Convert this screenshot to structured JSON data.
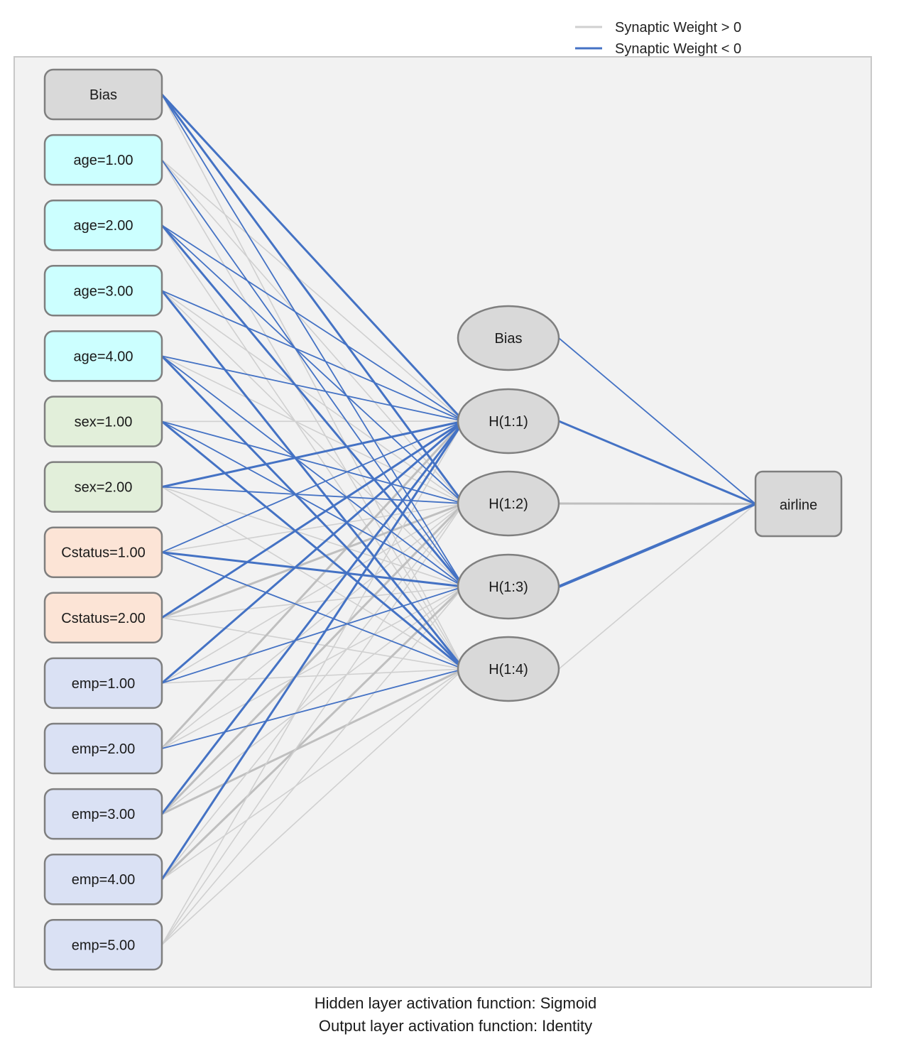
{
  "legend": {
    "positive_label": "Synaptic Weight > 0",
    "negative_label": "Synaptic Weight < 0",
    "positive_color": "#d0d0d0",
    "negative_color": "#4472c4"
  },
  "colors": {
    "frame_fill": "#f2f2f2",
    "frame_stroke": "#c8c8c8",
    "node_stroke": "#7f7f7f",
    "bias_fill": "#d9d9d9",
    "age_fill": "#ccffff",
    "sex_fill": "#e2efda",
    "cstatus_fill": "#fce4d6",
    "emp_fill": "#dae1f4",
    "hidden_fill": "#d9d9d9",
    "output_fill": "#d9d9d9"
  },
  "input_layer": [
    {
      "label": "Bias",
      "group": "bias"
    },
    {
      "label": "age=1.00",
      "group": "age"
    },
    {
      "label": "age=2.00",
      "group": "age"
    },
    {
      "label": "age=3.00",
      "group": "age"
    },
    {
      "label": "age=4.00",
      "group": "age"
    },
    {
      "label": "sex=1.00",
      "group": "sex"
    },
    {
      "label": "sex=2.00",
      "group": "sex"
    },
    {
      "label": "Cstatus=1.00",
      "group": "cstatus"
    },
    {
      "label": "Cstatus=2.00",
      "group": "cstatus"
    },
    {
      "label": "emp=1.00",
      "group": "emp"
    },
    {
      "label": "emp=2.00",
      "group": "emp"
    },
    {
      "label": "emp=3.00",
      "group": "emp"
    },
    {
      "label": "emp=4.00",
      "group": "emp"
    },
    {
      "label": "emp=5.00",
      "group": "emp"
    }
  ],
  "hidden_layer": [
    {
      "label": "Bias",
      "is_bias": true
    },
    {
      "label": "H(1:1)"
    },
    {
      "label": "H(1:2)"
    },
    {
      "label": "H(1:3)"
    },
    {
      "label": "H(1:4)"
    }
  ],
  "output_layer": [
    {
      "label": "airline"
    }
  ],
  "weights_input_hidden": [
    [
      -2,
      -2,
      -1,
      1
    ],
    [
      1,
      1,
      -1,
      1
    ],
    [
      -1,
      -1,
      -2,
      1
    ],
    [
      -1,
      1,
      1,
      -2
    ],
    [
      -1,
      1,
      -1,
      -2
    ],
    [
      1,
      -1,
      -1,
      -2
    ],
    [
      -2,
      -1,
      1,
      1
    ],
    [
      -1,
      1,
      -2,
      -1
    ],
    [
      -2,
      2,
      1,
      1
    ],
    [
      -2,
      1,
      -1,
      1
    ],
    [
      2,
      1,
      1,
      -1
    ],
    [
      -2,
      2,
      1,
      2
    ],
    [
      -2,
      1,
      2,
      1
    ],
    [
      1,
      1,
      1,
      1
    ]
  ],
  "weights_hidden_output": [
    -1,
    -2,
    2,
    -3,
    1
  ],
  "footer": {
    "hidden_activation": "Hidden layer activation function: Sigmoid",
    "output_activation": "Output layer activation function: Identity"
  }
}
